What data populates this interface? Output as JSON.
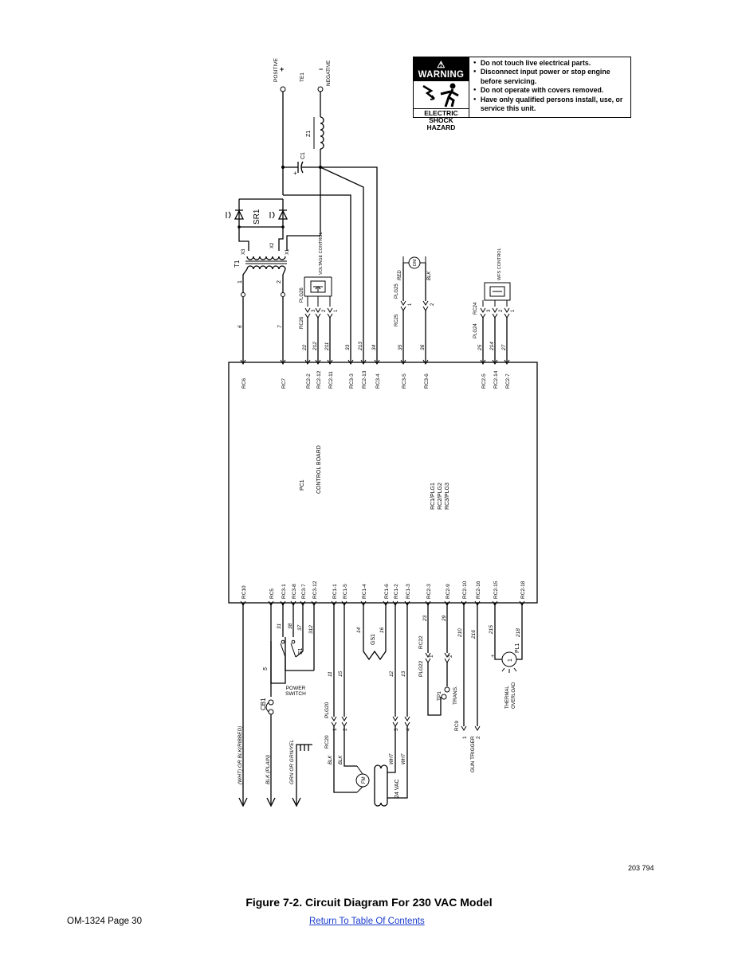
{
  "warning": {
    "header": "WARNING",
    "hazard_line1": "ELECTRIC",
    "hazard_line2": "SHOCK HAZARD",
    "items": [
      "Do not touch live electrical parts.",
      "Disconnect input power or stop engine before servicing.",
      "Do not operate with covers removed.",
      "Have only qualified persons install, use, or service this unit."
    ]
  },
  "labels": {
    "positive": "POSITIVE",
    "plus": "+",
    "te1": "TE1",
    "minus": "−",
    "negative": "NEGATIVE",
    "z1": "Z1",
    "c1": "C1",
    "c1_plus": "+",
    "sr1": "SR1",
    "t1": "T1",
    "x3": "X3",
    "x2": "X2",
    "x1": "X1",
    "t1_pin1": "1",
    "t1_pin2": "2",
    "voltage_control": "VOLTAGE CONTROL",
    "plg26": "PLG26",
    "rc26": "RC26",
    "dm": "DM",
    "plg25": "PLG25",
    "rc25": "RC25",
    "red": "RED",
    "blk_dm": "BLK",
    "wfs_control": "WFS CONTROL",
    "plg24": "PLG24",
    "rc24": "RC24",
    "pc1": "PC1",
    "control_board": "CONTROL BOARD",
    "rc_plg_1": "RC1/PLG1",
    "rc_plg_2": "RC2/PLG2",
    "rc_plg_3": "RC3/PLG3",
    "s1": "S1",
    "power_switch_1": "POWER",
    "power_switch_2": "SWITCH",
    "cb1": "CB1",
    "gs1": "GS1",
    "tp1": "TP1",
    "trans": "TRANS.",
    "pl1": "PL1",
    "pl1_num": "1",
    "thermal_1": "THERMAL",
    "thermal_2": "OVERLOAD",
    "plg20": "PLG20",
    "rc20": "RC20",
    "plg22": "PLG22",
    "rc22": "RC22",
    "rc9": "RC9",
    "gun_trigger": "GUN TRIGGER",
    "fm": "FM",
    "vac24": "24 VAC",
    "blk1": "BLK",
    "blk2": "BLK",
    "wht1": "WHT",
    "wht2": "WHT",
    "in_wht": "(WHT) OR BLK(RIBBED)",
    "in_blk": "BLK (PLAIN)",
    "in_grn": "GRN OR GRN/YEL"
  },
  "top_pins": [
    {
      "pin": "RC6",
      "wire": "6"
    },
    {
      "pin": "RC7",
      "wire": "7"
    },
    {
      "pin": "RC2-2",
      "wire": "22"
    },
    {
      "pin": "RC2-12",
      "wire": "212"
    },
    {
      "pin": "RC2-11",
      "wire": "211"
    },
    {
      "pin": "RC3-3",
      "wire": "33"
    },
    {
      "pin": "RC2-13",
      "wire": "213"
    },
    {
      "pin": "RC3-4",
      "wire": "34"
    },
    {
      "pin": "RC3-5",
      "wire": "35"
    },
    {
      "pin": "RC3-6",
      "wire": "36"
    },
    {
      "pin": "RC2-5",
      "wire": "25"
    },
    {
      "pin": "RC2-14",
      "wire": "214"
    },
    {
      "pin": "RC2-7",
      "wire": "27"
    }
  ],
  "bottom_pins": [
    {
      "pin": "RC10",
      "wire": ""
    },
    {
      "pin": "RC5",
      "wire": "5"
    },
    {
      "pin": "RC3-1",
      "wire": "31"
    },
    {
      "pin": "RC3-8",
      "wire": "38"
    },
    {
      "pin": "RC3-7",
      "wire": "37"
    },
    {
      "pin": "RC3-12",
      "wire": "312"
    },
    {
      "pin": "RC1-1",
      "wire": "11"
    },
    {
      "pin": "RC1-5",
      "wire": "15"
    },
    {
      "pin": "RC1-4",
      "wire": "14"
    },
    {
      "pin": "RC1-6",
      "wire": "16"
    },
    {
      "pin": "RC1-2",
      "wire": "12"
    },
    {
      "pin": "RC1-3",
      "wire": "13"
    },
    {
      "pin": "RC2-3",
      "wire": "23"
    },
    {
      "pin": "RC2-9",
      "wire": "29"
    },
    {
      "pin": "RC2-10",
      "wire": "210"
    },
    {
      "pin": "RC2-16",
      "wire": "216"
    },
    {
      "pin": "RC2-15",
      "wire": "215"
    },
    {
      "pin": "RC2-18",
      "wire": "218"
    }
  ],
  "plug_pins": {
    "plg26": [
      "3",
      "2",
      "1"
    ],
    "plg25": [
      "1",
      "2"
    ],
    "plg24": [
      "3",
      "2",
      "1"
    ],
    "plg20": [
      "1",
      "2",
      "3",
      "4"
    ],
    "plg22": [
      "1",
      "2"
    ],
    "rc9": [
      "1",
      "2"
    ]
  },
  "drawing_number": "203 794",
  "caption": "Figure 7-2. Circuit Diagram For 230 VAC Model",
  "page_number": "OM-1324 Page 30",
  "toc_link": "Return To Table Of Contents"
}
